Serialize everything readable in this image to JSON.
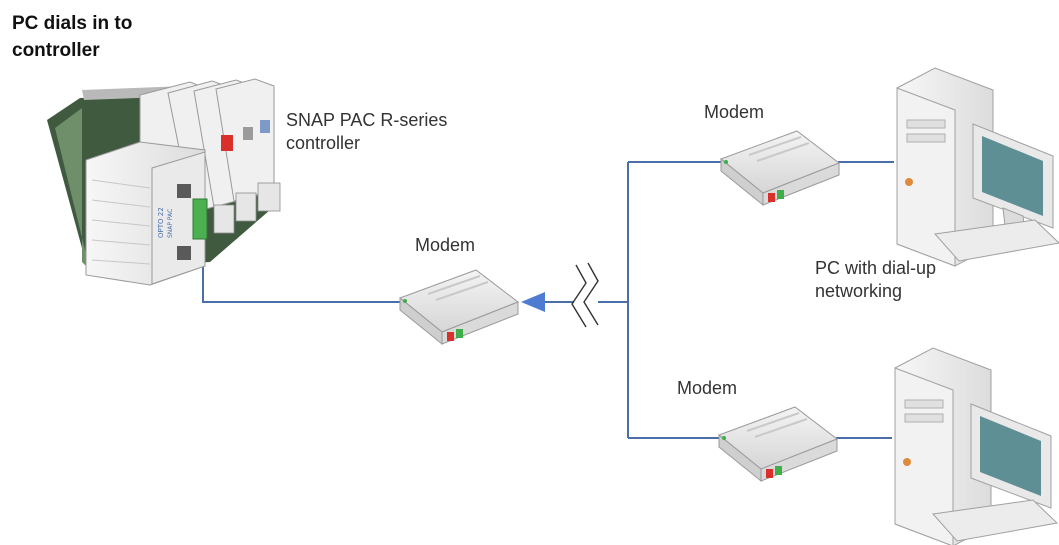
{
  "title": {
    "line1": "PC dials in to",
    "line2": "controller"
  },
  "controller": {
    "label_line1": "SNAP PAC R-series",
    "label_line2": "controller",
    "brand_text": "OPTO 22",
    "model_text": "SNAP PAC"
  },
  "modems": {
    "controller_side": "Modem",
    "pc_top": "Modem",
    "pc_bottom": "Modem"
  },
  "pc": {
    "label_line1": "PC with dial-up",
    "label_line2": "networking"
  },
  "colors": {
    "line": "#4a6fa8",
    "arrow": "#4f7bd0",
    "led_red": "#d9302b",
    "led_green": "#3fae49",
    "monitor_screen": "#5e8f95"
  }
}
